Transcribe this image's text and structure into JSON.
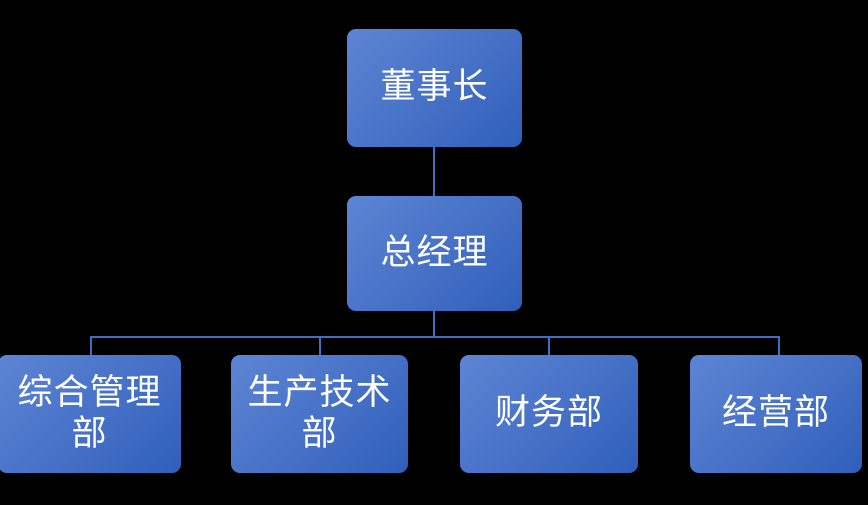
{
  "chart": {
    "type": "org-chart",
    "background_color": "#000000",
    "node_gradient_from": "#5e85d4",
    "node_gradient_to": "#2f5fba",
    "connector_color": "#3f6fc4",
    "text_color": "#ffffff",
    "levels": [
      {
        "level": 1,
        "nodes": [
          {
            "id": "chairman",
            "label": "董事长"
          }
        ]
      },
      {
        "level": 2,
        "nodes": [
          {
            "id": "general-manager",
            "label": "总经理"
          }
        ]
      },
      {
        "level": 3,
        "nodes": [
          {
            "id": "comprehensive-management-dept",
            "label": "综合管理\n部"
          },
          {
            "id": "production-technology-dept",
            "label": "生产技术\n部"
          },
          {
            "id": "finance-dept",
            "label": "财务部"
          },
          {
            "id": "operations-dept",
            "label": "经营部"
          }
        ]
      }
    ]
  }
}
